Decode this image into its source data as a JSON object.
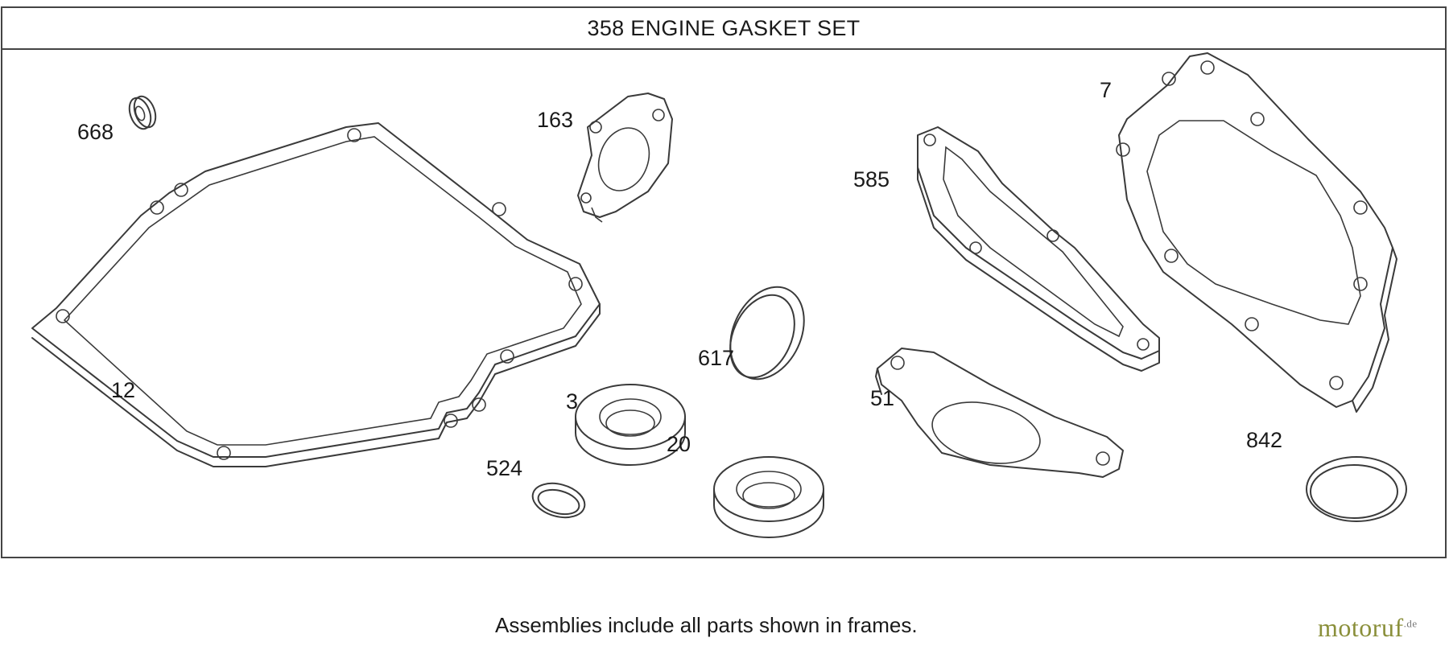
{
  "title": "358 ENGINE GASKET SET",
  "callouts": [
    "668",
    "163",
    "7",
    "585",
    "12",
    "617",
    "3",
    "51",
    "20",
    "524",
    "842"
  ],
  "footer_note": "Assemblies include all parts shown in frames.",
  "watermark": {
    "name": "motoruf",
    "suffix": ".de",
    "color": "#8a8f3a"
  }
}
